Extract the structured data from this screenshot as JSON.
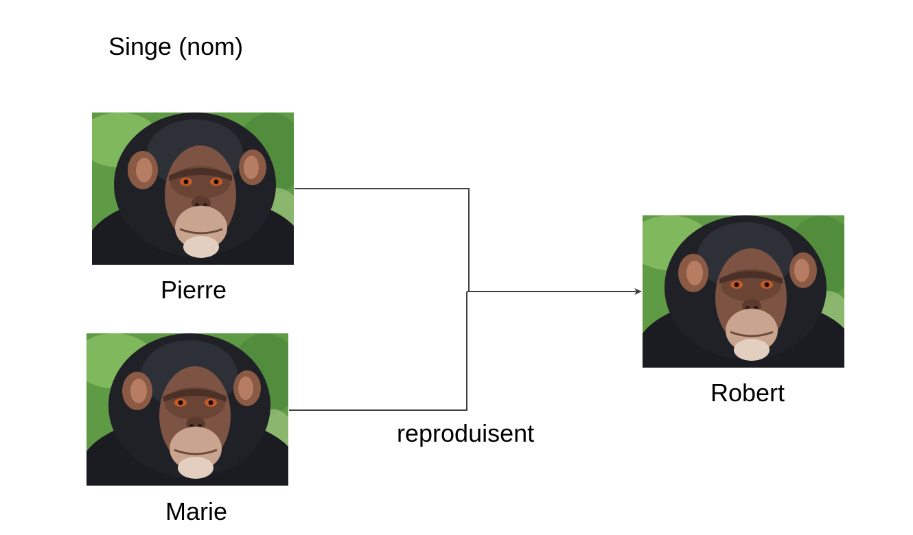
{
  "title": "Singe (nom)",
  "nodes": {
    "pierre": {
      "label": "Pierre",
      "image": "chimpanzee-photo"
    },
    "marie": {
      "label": "Marie",
      "image": "chimpanzee-photo"
    },
    "robert": {
      "label": "Robert",
      "image": "chimpanzee-photo"
    }
  },
  "edge": {
    "label": "reproduisent",
    "from": [
      "Pierre",
      "Marie"
    ],
    "to": "Robert"
  },
  "colors": {
    "connector": "#404040",
    "background": "#ffffff"
  }
}
